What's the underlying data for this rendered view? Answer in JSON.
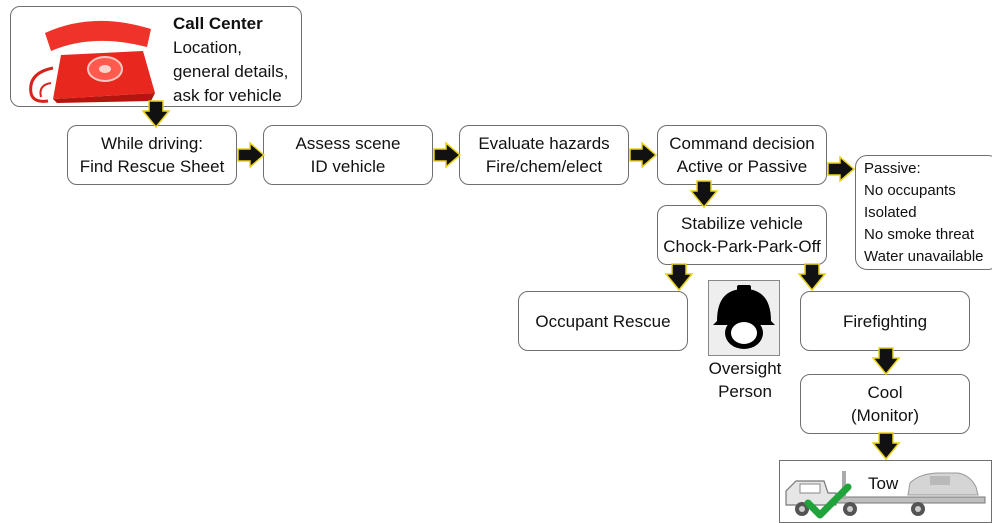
{
  "call_center": {
    "title": "Call Center",
    "lines": [
      "Location,",
      "general details,",
      "ask for vehicle"
    ]
  },
  "steps": {
    "while_driving": [
      "While driving:",
      "Find Rescue Sheet"
    ],
    "assess_scene": [
      "Assess scene",
      "ID vehicle"
    ],
    "evaluate_hazards": [
      "Evaluate hazards",
      "Fire/chem/elect"
    ],
    "command_decision": [
      "Command decision",
      "Active or Passive"
    ],
    "stabilize_vehicle": [
      "Stabilize vehicle",
      "Chock-Park-Park-Off"
    ],
    "occupant_rescue": "Occupant Rescue",
    "firefighting": "Firefighting",
    "cool": [
      "Cool",
      "(Monitor)"
    ],
    "tow": "Tow"
  },
  "passive": {
    "title": "Passive:",
    "items": [
      "No occupants",
      "Isolated",
      "No smoke threat",
      "Water unavailable"
    ]
  },
  "oversight": [
    "Oversight",
    "Person"
  ],
  "icons": {
    "phone": "red-telephone-icon",
    "helmet": "firefighter-helmet-icon",
    "tow": "tow-truck-icon",
    "check": "check-mark-icon",
    "arrow": "black-arrow-icon"
  },
  "colors": {
    "arrow_fill": "#111111",
    "arrow_outline": "#e8d21a",
    "phone_red": "#e8281f",
    "check_green": "#1fa33a"
  }
}
